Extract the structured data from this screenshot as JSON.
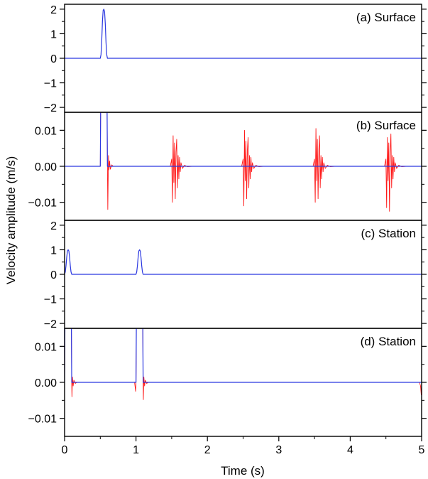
{
  "chart_data": {
    "type": "line",
    "xlabel": "Time (s)",
    "ylabel": "Velocity amplitude (m/s)",
    "xlim": [
      0,
      5
    ],
    "x_ticks": [
      "0",
      "1",
      "2",
      "3",
      "4",
      "5"
    ],
    "colors": {
      "blue": "#2a37e0",
      "red": "#ff1a1a"
    },
    "panels": [
      {
        "label": "(a) Surface",
        "ylim": [
          -2.2,
          2.2
        ],
        "y_ticks": [
          "2",
          "1",
          "0",
          "−1",
          "−2"
        ],
        "y_tick_values": [
          2,
          1,
          0,
          -1,
          -2
        ],
        "series": [
          {
            "color": "blue",
            "x": [
              0,
              0.5,
              0.51,
              0.52,
              0.53,
              0.54,
              0.55,
              0.56,
              0.57,
              0.58,
              0.59,
              0.6,
              5
            ],
            "y": [
              0,
              0,
              0.15,
              0.7,
              1.5,
              1.95,
              2.0,
              1.9,
              1.4,
              0.65,
              0.15,
              0,
              0
            ]
          }
        ]
      },
      {
        "label": "(b) Surface",
        "ylim": [
          -0.015,
          0.015
        ],
        "y_ticks": [
          "0.01",
          "0.00",
          "−0.01"
        ],
        "y_tick_values": [
          0.01,
          0,
          -0.01
        ],
        "series": [
          {
            "color": "blue",
            "x": [
              0,
              0.5,
              0.505,
              0.595,
              0.6,
              5
            ],
            "y": [
              0,
              0,
              0.016,
              0.016,
              0,
              0
            ]
          },
          {
            "color": "red",
            "x": [
              0,
              0.5,
              0.505,
              0.595,
              0.6,
              0.605,
              0.61,
              0.615,
              0.62,
              0.63,
              0.64,
              0.66,
              0.68,
              1.48,
              1.5,
              1.51,
              1.52,
              1.53,
              1.54,
              1.55,
              1.56,
              1.57,
              1.58,
              1.59,
              1.6,
              1.61,
              1.62,
              1.63,
              1.65,
              1.68,
              1.72,
              1.78,
              2.48,
              2.5,
              2.51,
              2.52,
              2.53,
              2.54,
              2.55,
              2.56,
              2.57,
              2.58,
              2.59,
              2.6,
              2.61,
              2.62,
              2.63,
              2.65,
              2.68,
              2.72,
              2.78,
              3.48,
              3.5,
              3.51,
              3.52,
              3.53,
              3.54,
              3.55,
              3.56,
              3.57,
              3.58,
              3.59,
              3.6,
              3.61,
              3.62,
              3.63,
              3.65,
              3.68,
              3.72,
              3.78,
              4.48,
              4.5,
              4.51,
              4.52,
              4.53,
              4.54,
              4.55,
              4.56,
              4.57,
              4.58,
              4.59,
              4.6,
              4.61,
              4.62,
              4.63,
              4.65,
              4.68,
              4.72,
              4.78,
              5
            ],
            "y": [
              0,
              0,
              0.016,
              0.016,
              0,
              -0.012,
              -0.004,
              0.003,
              -0.001,
              0.0015,
              -0.0008,
              0.0004,
              0,
              0,
              0.002,
              -0.01,
              0.0085,
              -0.0045,
              0.0065,
              -0.009,
              0.004,
              0.0075,
              -0.006,
              0.003,
              -0.0035,
              0.0025,
              -0.0015,
              0.001,
              -0.0006,
              0.0003,
              -0.0001,
              0,
              0,
              0.002,
              -0.011,
              0.01,
              -0.004,
              0.007,
              -0.009,
              0.0045,
              0.008,
              -0.006,
              0.003,
              -0.0035,
              0.0025,
              -0.0015,
              0.001,
              -0.0006,
              0.0003,
              -0.0001,
              0,
              0,
              0.002,
              -0.01,
              0.0105,
              -0.004,
              0.0075,
              -0.009,
              0.0045,
              0.0085,
              -0.006,
              0.003,
              -0.0035,
              0.0025,
              -0.0015,
              0.001,
              -0.0006,
              0.0003,
              -0.0001,
              0,
              0,
              0.002,
              -0.0115,
              0.008,
              -0.004,
              0.0065,
              -0.0125,
              0.004,
              0.009,
              -0.006,
              0.003,
              -0.0035,
              0.0025,
              -0.0015,
              0.001,
              -0.0006,
              0.0003,
              -0.0001,
              0,
              0
            ]
          }
        ]
      },
      {
        "label": "(c) Station",
        "ylim": [
          -2.2,
          2.2
        ],
        "y_ticks": [
          "2",
          "1",
          "0",
          "−1",
          "−2"
        ],
        "y_tick_values": [
          2,
          1,
          0,
          -1,
          -2
        ],
        "series": [
          {
            "color": "blue",
            "x": [
              0,
              0.01,
              0.02,
              0.03,
              0.04,
              0.05,
              0.06,
              0.07,
              0.08,
              0.09,
              0.1,
              1.0,
              1.01,
              1.02,
              1.03,
              1.04,
              1.05,
              1.06,
              1.07,
              1.08,
              1.09,
              1.1,
              5
            ],
            "y": [
              0,
              0.1,
              0.35,
              0.7,
              0.95,
              1.0,
              0.95,
              0.7,
              0.35,
              0.1,
              0,
              0,
              0.1,
              0.35,
              0.7,
              0.95,
              1.0,
              0.95,
              0.7,
              0.35,
              0.1,
              0,
              0
            ]
          }
        ]
      },
      {
        "label": "(d) Station",
        "ylim": [
          -0.015,
          0.015
        ],
        "y_ticks": [
          "0.01",
          "0.00",
          "−0.01"
        ],
        "y_tick_values": [
          0.01,
          0,
          -0.01
        ],
        "series": [
          {
            "color": "blue",
            "x": [
              0,
              0.005,
              0.095,
              0.1,
              0.995,
              1.0,
              1.005,
              1.095,
              1.1,
              5
            ],
            "y": [
              0,
              0.016,
              0.016,
              0,
              0,
              0,
              0.016,
              0.016,
              0,
              0
            ]
          },
          {
            "color": "red",
            "x": [
              0,
              0.005,
              0.095,
              0.1,
              0.103,
              0.11,
              0.12,
              0.13,
              0.15,
              0.17,
              0.98,
              0.995,
              1.0,
              1.005,
              1.095,
              1.1,
              1.103,
              1.11,
              1.12,
              1.13,
              1.15,
              1.17,
              4.97,
              4.985,
              4.995,
              5
            ],
            "y": [
              0,
              0.016,
              0.016,
              0,
              -0.004,
              0.0015,
              -0.001,
              0.0006,
              -0.0003,
              0,
              0,
              -0.0025,
              0,
              0.016,
              0.016,
              0,
              -0.0048,
              0.0015,
              -0.001,
              0.0006,
              -0.0003,
              0,
              0,
              -0.001,
              -0.0035,
              0
            ]
          }
        ]
      }
    ]
  }
}
